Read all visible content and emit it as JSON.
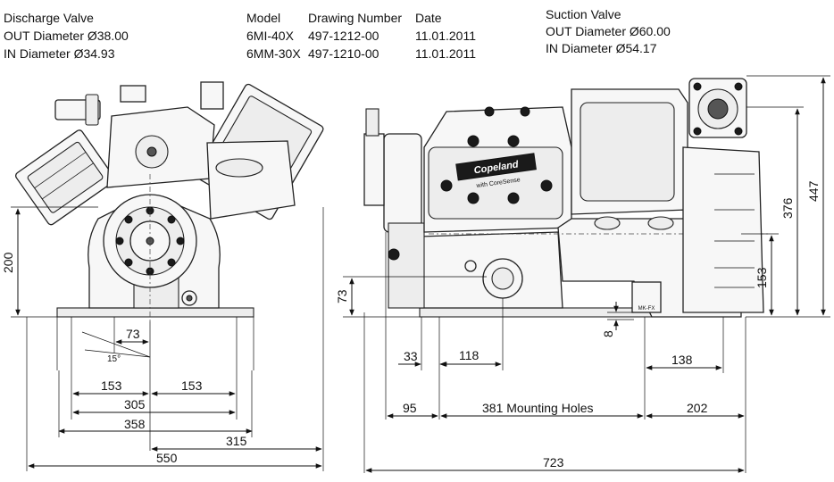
{
  "discharge": {
    "title": "Discharge Valve",
    "out": "OUT Diameter Ø38.00",
    "in": "IN Diameter Ø34.93"
  },
  "suction": {
    "title": "Suction Valve",
    "out": "OUT Diameter Ø60.00",
    "in": "IN Diameter Ø54.17"
  },
  "table": {
    "headers": [
      "Model",
      "Drawing Number",
      "Date"
    ],
    "rows": [
      [
        "6MI-40X",
        "497-1212-00",
        "11.01.2011"
      ],
      [
        "6MM-30X",
        "497-1210-00",
        "11.01.2011"
      ]
    ]
  },
  "front_view": {
    "dims": {
      "h200": "200",
      "w73": "73",
      "angle": "15°",
      "w153_left": "153",
      "w153_right": "153",
      "w305": "305",
      "w358": "358",
      "w315": "315",
      "w550": "550"
    }
  },
  "side_view": {
    "brand": "Copeland",
    "brand_sub": "with CoreSense",
    "label_mkfx": "MK-FX",
    "dims": {
      "h73": "73",
      "h8": "8",
      "w33": "33",
      "w118": "118",
      "w138": "138",
      "w95": "95",
      "w381": "381 Mounting Holes",
      "w202": "202",
      "w723": "723",
      "h153": "153",
      "h376": "376",
      "h447": "447"
    }
  }
}
